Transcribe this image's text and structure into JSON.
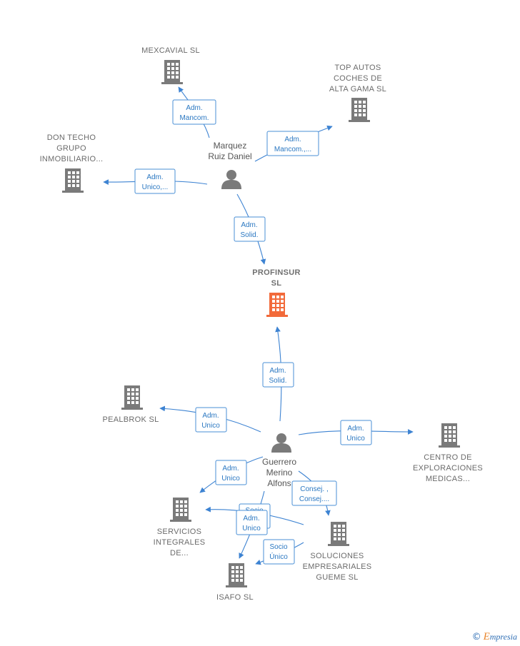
{
  "colors": {
    "building": "#7a7a7a",
    "focus_building": "#f26a3a",
    "edge": "#3d83d2",
    "role_text": "#2b78c2",
    "person": "#7a7a7a"
  },
  "persons": {
    "marquez": {
      "name_lines": [
        "Marquez",
        "Ruiz Daniel"
      ],
      "icon": "person-icon"
    },
    "guerrero": {
      "name_lines": [
        "Guerrero",
        "Merino",
        "Alfons"
      ],
      "icon": "person-icon"
    }
  },
  "companies": {
    "mexcavial": {
      "lines": [
        "MEXCAVIAL SL"
      ],
      "icon": "building-icon"
    },
    "top_autos": {
      "lines": [
        "TOP AUTOS",
        "COCHES DE",
        "ALTA GAMA  SL"
      ],
      "icon": "building-icon"
    },
    "don_techo": {
      "lines": [
        "DON TECHO",
        "GRUPO",
        "INMOBILIARIO..."
      ],
      "icon": "building-icon"
    },
    "profinsur": {
      "lines": [
        "PROFINSUR",
        "SL"
      ],
      "icon": "building-icon",
      "focus": true
    },
    "pealbrok": {
      "lines": [
        "PEALBROK  SL"
      ],
      "icon": "building-icon"
    },
    "centro": {
      "lines": [
        "CENTRO DE",
        "EXPLORACIONES",
        "MEDICAS..."
      ],
      "icon": "building-icon"
    },
    "servicios": {
      "lines": [
        "SERVICIOS",
        "INTEGRALES",
        "DE..."
      ],
      "icon": "building-icon"
    },
    "soluciones": {
      "lines": [
        "SOLUCIONES",
        "EMPRESARIALES",
        "GUEME  SL"
      ],
      "icon": "building-icon"
    },
    "isafo": {
      "lines": [
        "ISAFO  SL"
      ],
      "icon": "building-icon"
    }
  },
  "roles": {
    "r_mexcavial": [
      "Adm.",
      "Mancom."
    ],
    "r_topautos": [
      "Adm.",
      "Mancom.,..."
    ],
    "r_dontecho": [
      "Adm.",
      "Unico,..."
    ],
    "r_profinsur_m": [
      "Adm.",
      "Solid."
    ],
    "r_profinsur_g": [
      "Adm.",
      "Solid."
    ],
    "r_pealbrok": [
      "Adm.",
      "Unico"
    ],
    "r_centro": [
      "Adm.",
      "Unico"
    ],
    "r_servicios": [
      "Adm.",
      "Unico"
    ],
    "r_soluciones": [
      "Consej. ,",
      "Consej...."
    ],
    "r_socio_hidden": [
      "Socio",
      ""
    ],
    "r_isafo": [
      "Adm.",
      "Unico"
    ],
    "r_socio_unico": [
      "Socio",
      "Único"
    ]
  },
  "footer": {
    "copyright": "©",
    "brand_first": "E",
    "brand_rest": "mpresia"
  }
}
